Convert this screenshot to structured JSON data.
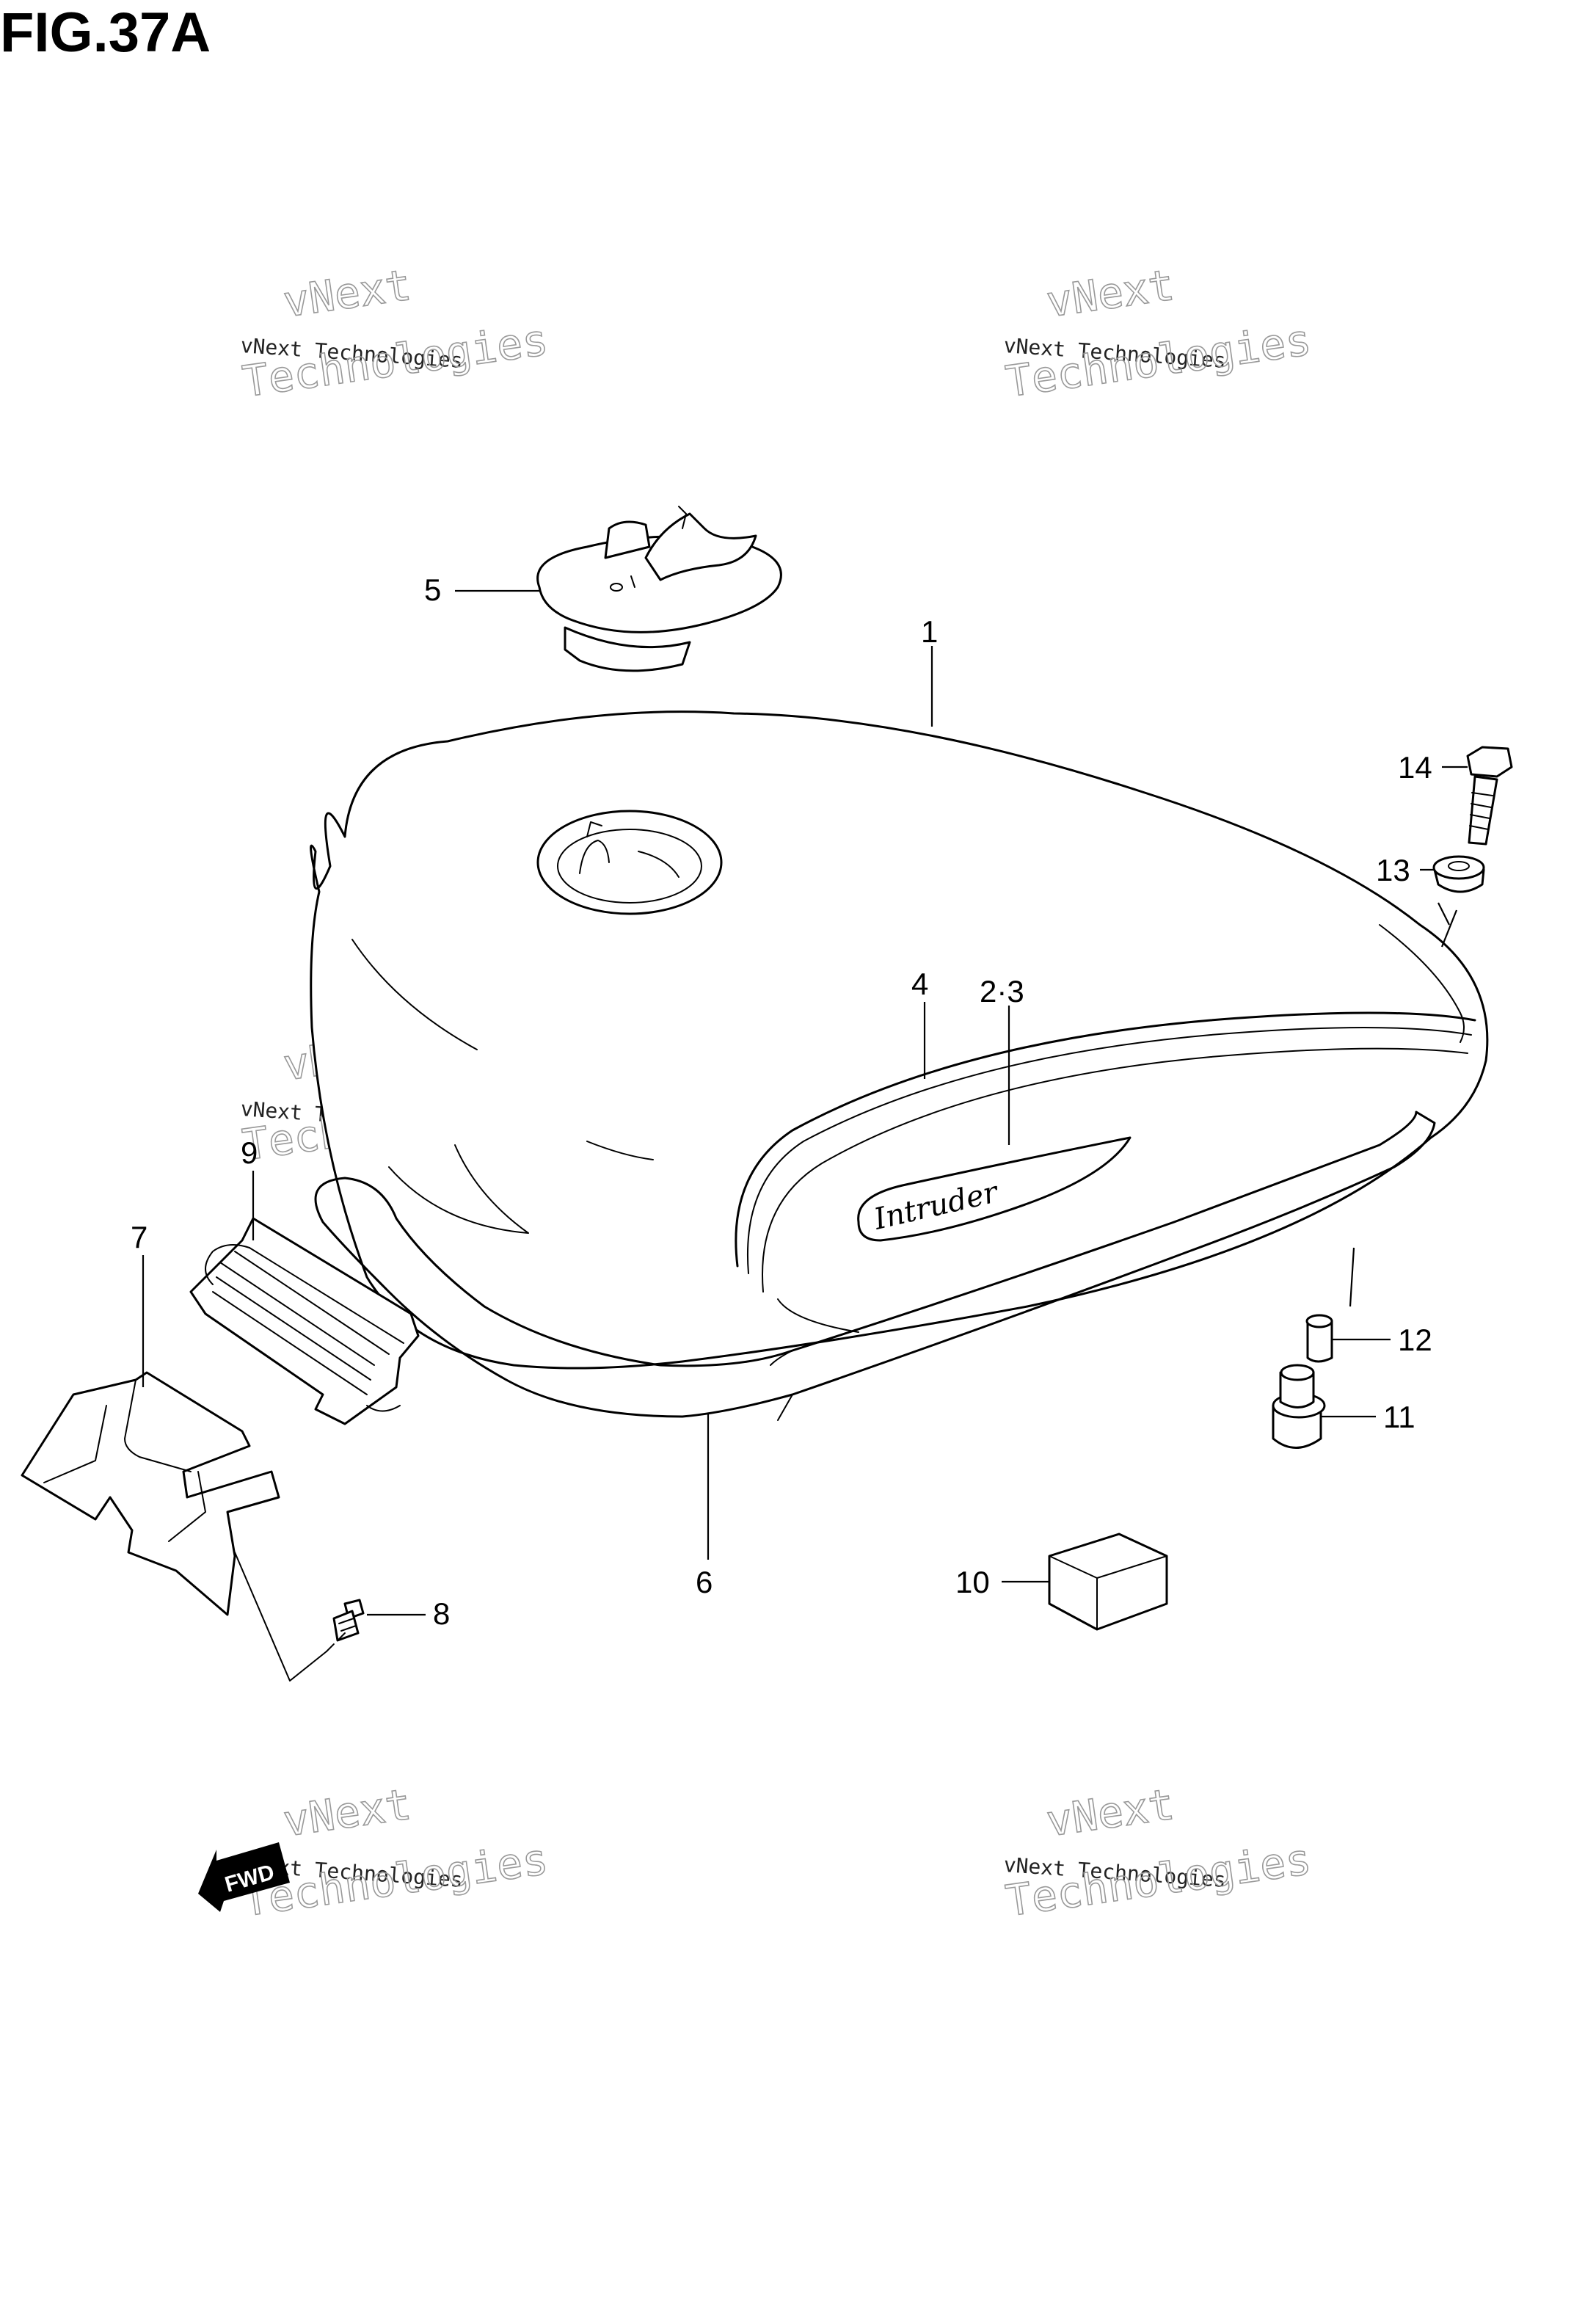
{
  "figure": {
    "title": "FIG.37A"
  },
  "watermark": {
    "line_small": "vNext Technologies",
    "line_big_1": "vNext",
    "line_big_2": "Technologies"
  },
  "fwd_arrow": {
    "label": "FWD"
  },
  "emblem": {
    "script_text": "Intruder"
  },
  "callouts": [
    {
      "id": "1",
      "label": "1"
    },
    {
      "id": "2-3",
      "label": "2·3"
    },
    {
      "id": "4",
      "label": "4"
    },
    {
      "id": "5",
      "label": "5"
    },
    {
      "id": "6",
      "label": "6"
    },
    {
      "id": "7",
      "label": "7"
    },
    {
      "id": "8",
      "label": "8"
    },
    {
      "id": "9",
      "label": "9"
    },
    {
      "id": "10",
      "label": "10"
    },
    {
      "id": "11",
      "label": "11"
    },
    {
      "id": "12",
      "label": "12"
    },
    {
      "id": "13",
      "label": "13"
    },
    {
      "id": "14",
      "label": "14"
    }
  ]
}
